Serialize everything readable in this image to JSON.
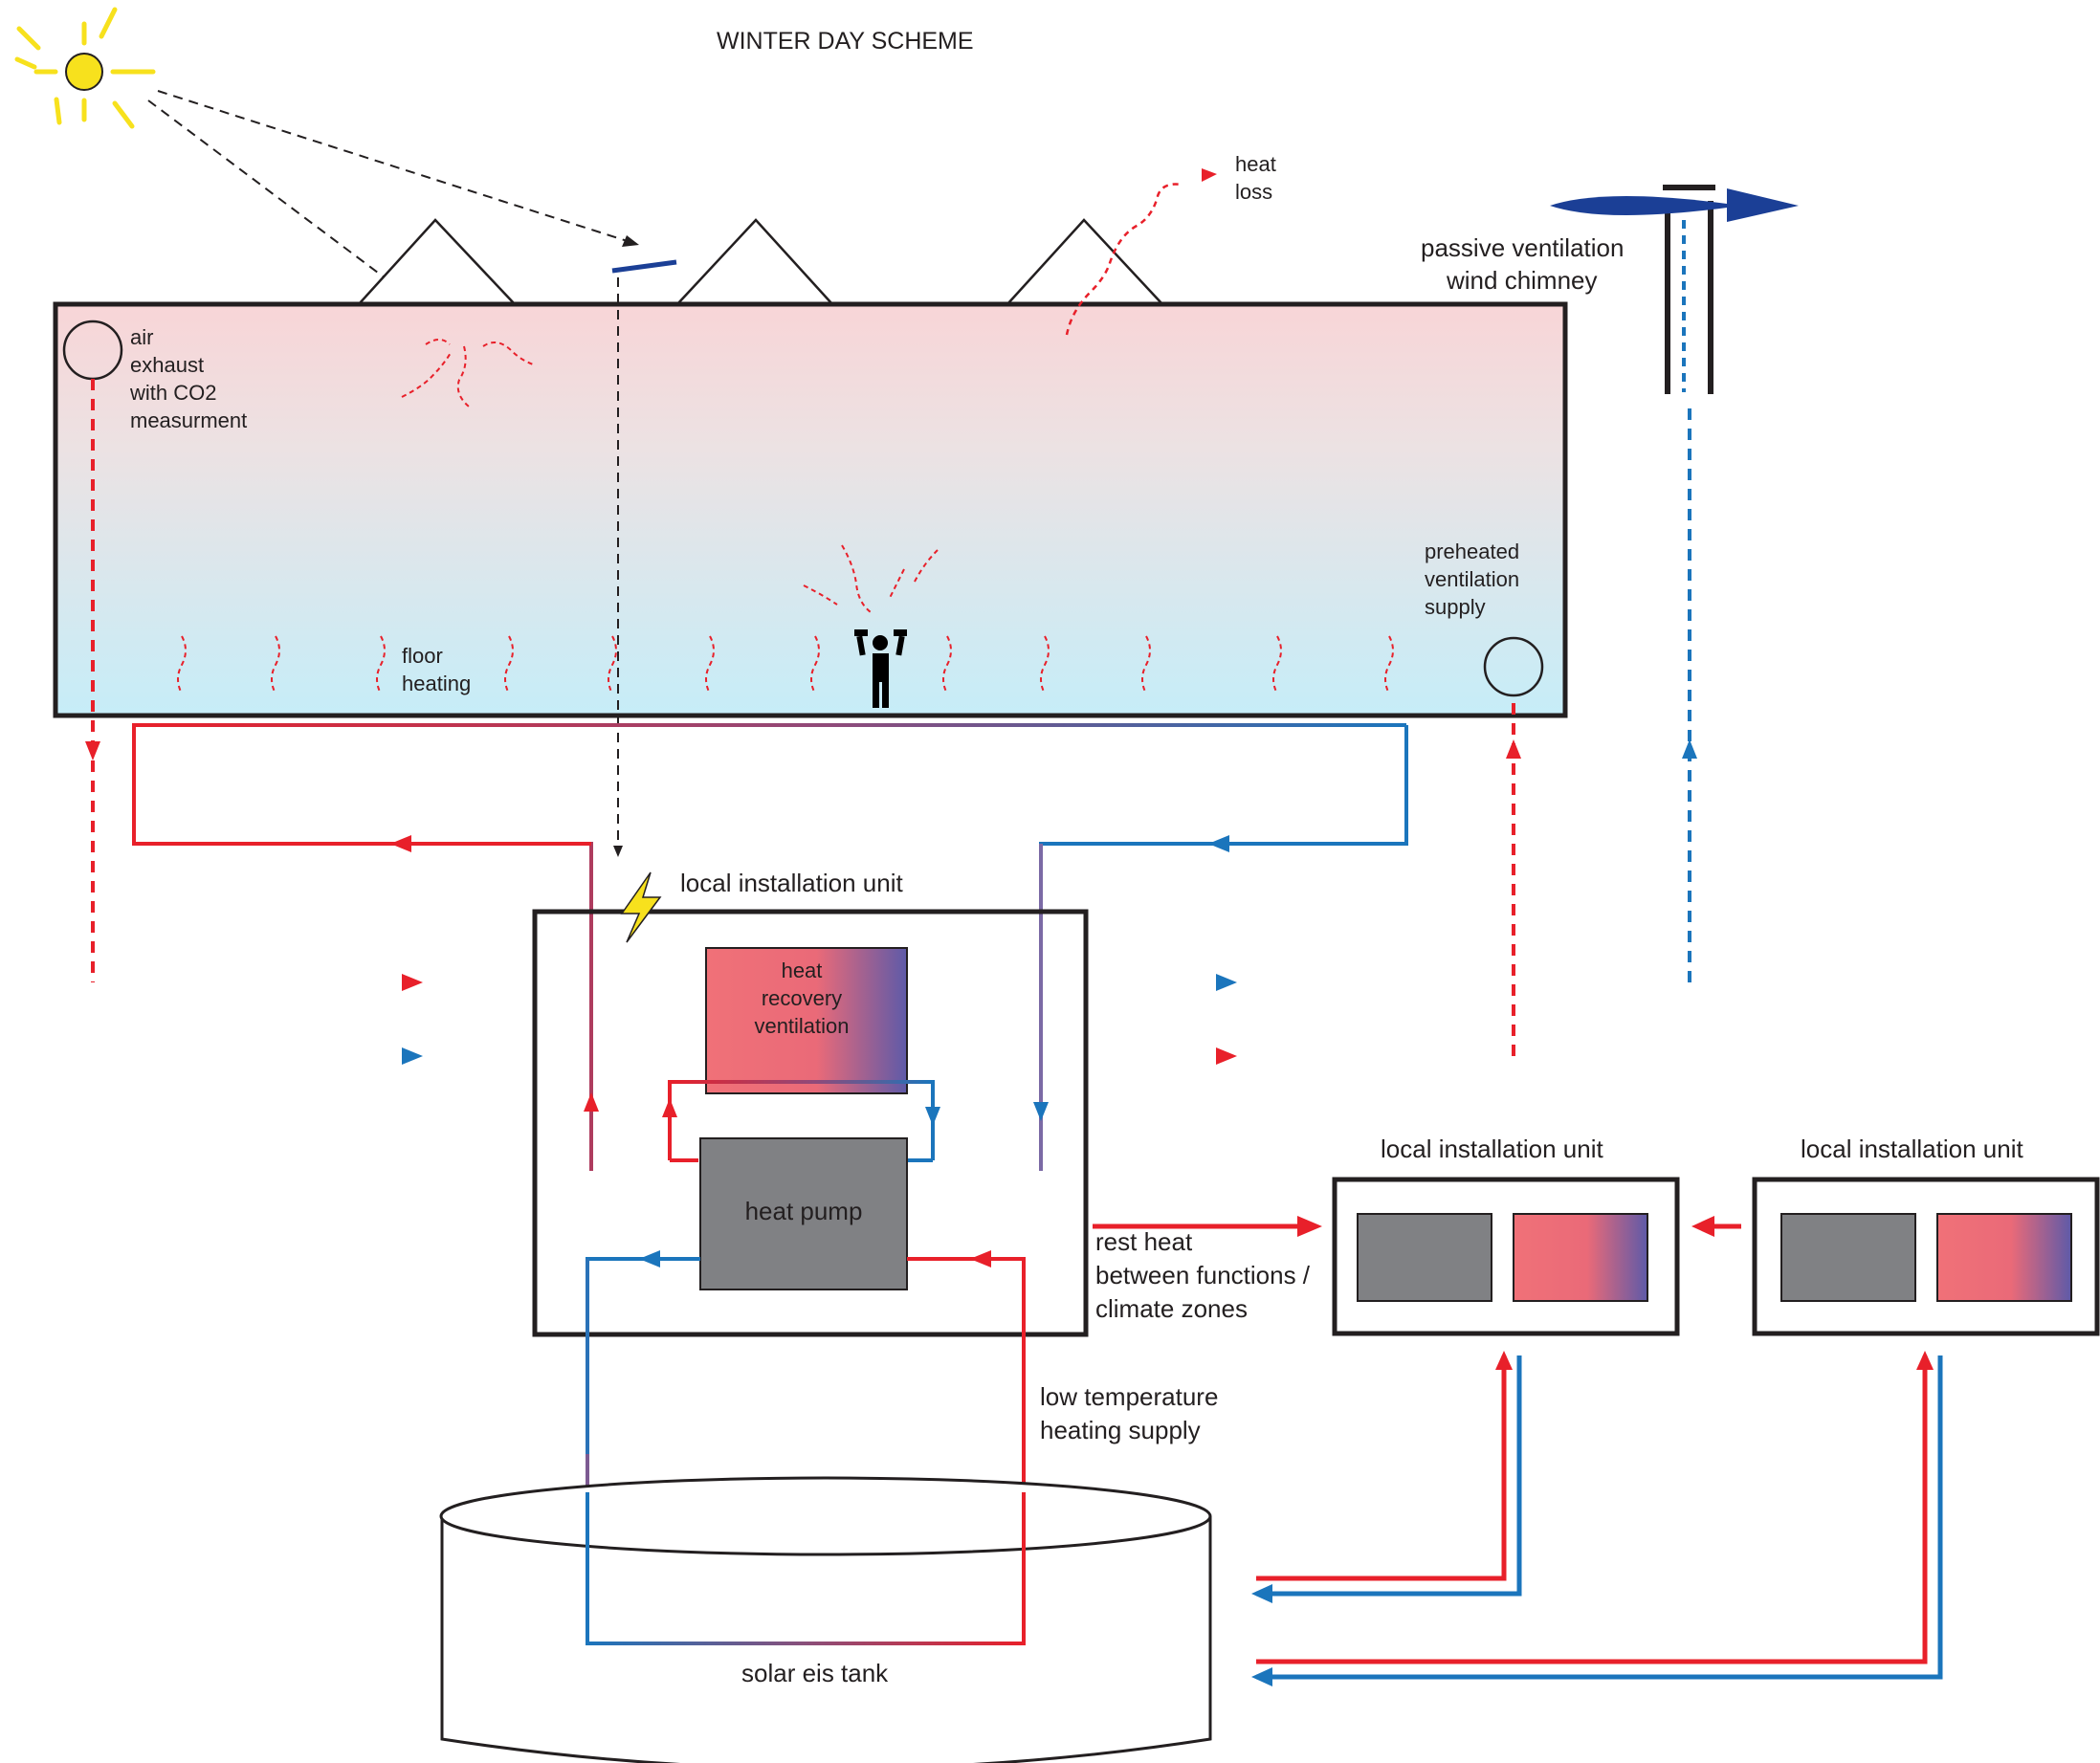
{
  "title": "WINTER DAY SCHEME",
  "labels": {
    "heat_loss": [
      "heat",
      "loss"
    ],
    "chimney": [
      "passive ventilation",
      "wind chimney"
    ],
    "air_exhaust": [
      "air",
      "exhaust",
      "with CO2",
      "measurment"
    ],
    "preheated": [
      "preheated",
      "ventilation",
      "supply"
    ],
    "floor_heating": [
      "floor",
      "heating"
    ],
    "local_unit_main": "local installation unit",
    "heat_recovery": [
      "heat",
      "recovery",
      "ventilation"
    ],
    "heat_pump": "heat pump",
    "rest_heat": [
      "rest heat",
      "between functions /",
      "climate zones"
    ],
    "local_unit_2": "local installation unit",
    "local_unit_3": "local installation unit",
    "low_temp": [
      "low temperature",
      "heating supply"
    ],
    "tank": "solar eis tank"
  },
  "colors": {
    "warm_red": "#e8202a",
    "cool_blue": "#1b75bc",
    "dark_blue": "#1b3f96",
    "gray": "#808184",
    "room_top": "#f7d6d8",
    "room_bottom": "#c8ecf7",
    "sun": "#f7e11d",
    "outline": "#231f20"
  },
  "icons": [
    "sun-icon",
    "lightning-icon",
    "person-icon",
    "wind-chimney-icon"
  ]
}
